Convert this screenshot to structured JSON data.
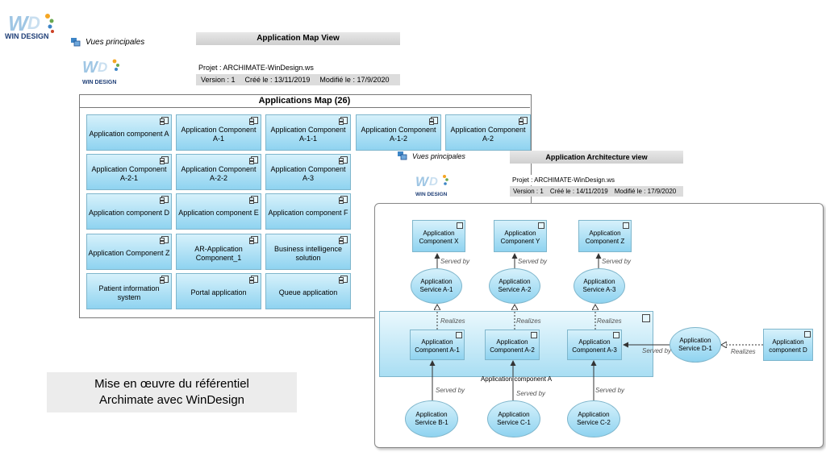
{
  "logo": {
    "text": "WIN DESIGN",
    "icon": "windesign-logo"
  },
  "vues_principales": "Vues principales",
  "map_view": {
    "title": "Application Map View",
    "projet": "Projet : ARCHIMATE-WinDesign.ws",
    "version": "Version : 1",
    "cree": "Créé le : 13/11/2019",
    "modifie": "Modifié le : 17/9/2020",
    "map_title": "Applications Map (26)",
    "components": [
      [
        "Application component A",
        "Application Component A-1",
        "Application Component A-1-1",
        "Application Component A-1-2",
        "Application Component A-2"
      ],
      [
        "Application Component A-2-1",
        "Application Component A-2-2",
        "Application Component A-3"
      ],
      [
        "Application component D",
        "Application component E",
        "Application component F"
      ],
      [
        "Application Component Z",
        "AR-Application Component_1",
        "Business intelligence solution"
      ],
      [
        "Patient information system",
        "Portal application",
        "Queue application"
      ]
    ]
  },
  "arch_view": {
    "vues_principales": "Vues principales",
    "title": "Application Architecture view",
    "projet": "Projet : ARCHIMATE-WinDesign.ws",
    "version": "Version : 1",
    "cree": "Créé le : 14/11/2019",
    "modifie": "Modifié le : 17/9/2020",
    "top_components": [
      "Application Component X",
      "Application Component Y",
      "Application Component Z"
    ],
    "services_a": [
      "Application Service A-1",
      "Application Service A-2",
      "Application Service A-3"
    ],
    "group_components": [
      "Application Component A-1",
      "Application Component A-2",
      "Application Component A-3"
    ],
    "group_label": "Application component A",
    "service_d": "Application Service D-1",
    "component_d": "Application component D",
    "services_bottom": [
      "Application Service B-1",
      "Application Service C-1",
      "Application Service C-2"
    ],
    "served_by": "Served by",
    "realizes": "Realizes"
  },
  "caption": {
    "line1": "Mise en œuvre du référentiel",
    "line2": "Archimate avec WinDesign"
  }
}
